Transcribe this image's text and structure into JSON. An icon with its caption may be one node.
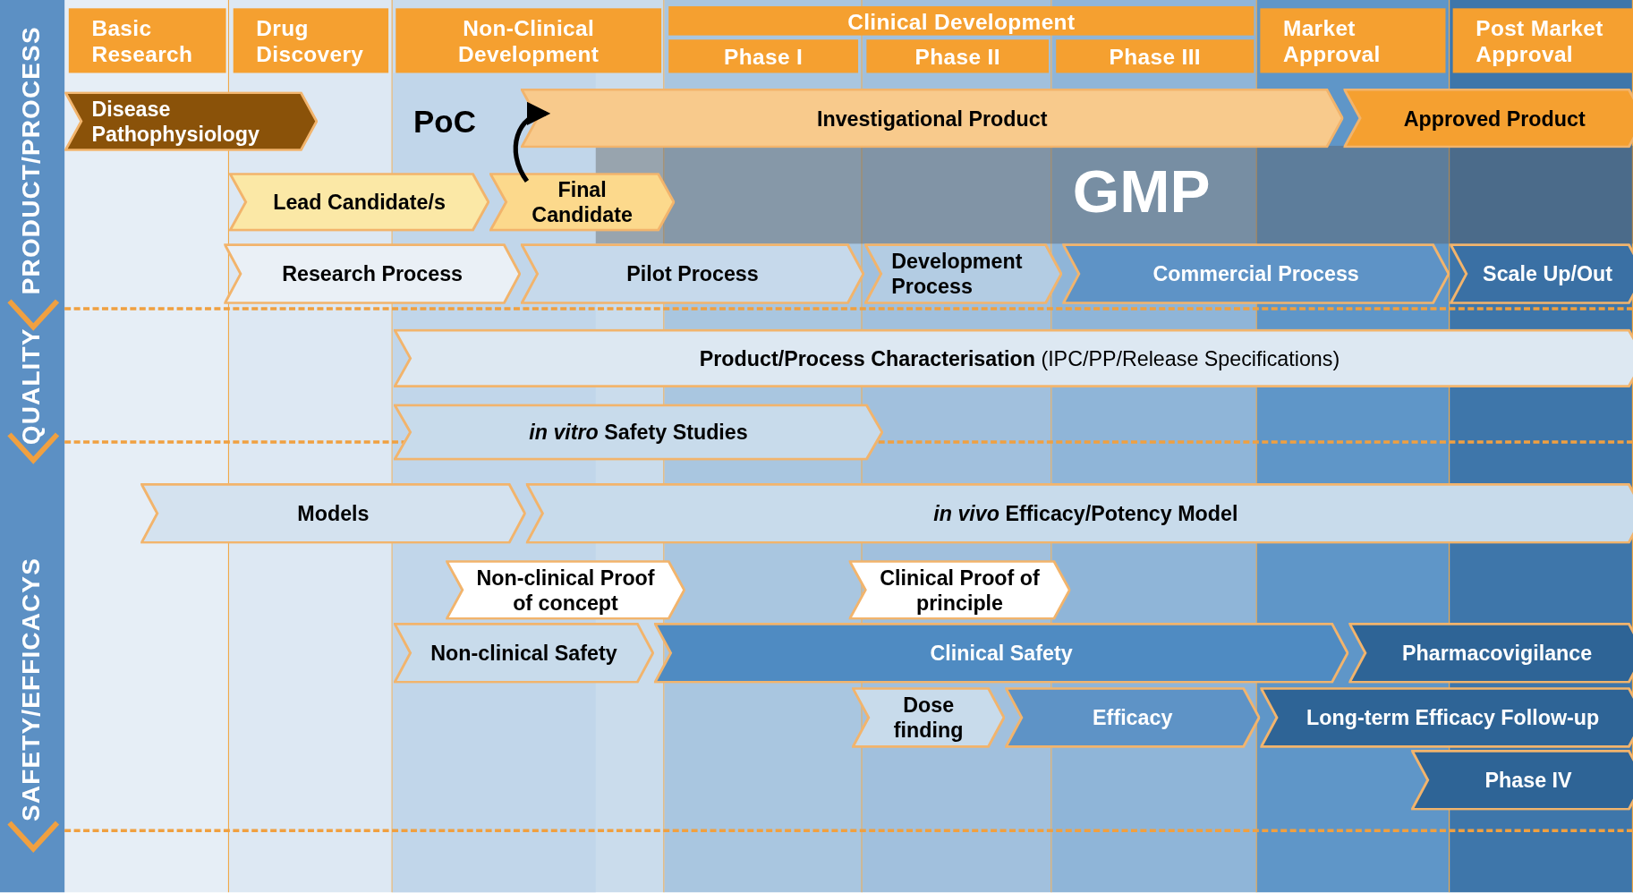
{
  "diagram": {
    "nodes": [
      {
        "text": [
          "Basic Research"
        ]
      },
      {
        "text": [
          "Drug Discovery"
        ]
      },
      {
        "text": [
          "Non-Clinical Development"
        ]
      },
      {
        "text": [
          "Clinical Development"
        ]
      },
      {
        "text": [
          "Phase I"
        ]
      },
      {
        "text": [
          "Phase II"
        ]
      },
      {
        "text": [
          "Phase III"
        ]
      },
      {
        "text": [
          "Market Approval"
        ]
      },
      {
        "text": [
          "Post Market Approval"
        ]
      },
      {
        "text": [
          "Disease Pathophysiology"
        ]
      },
      {
        "text": [
          "Investigational Product"
        ]
      },
      {
        "text": [
          "Approved Product"
        ]
      },
      {
        "text": [
          "Lead Candidate/s"
        ]
      },
      {
        "text": [
          "Final Candidate"
        ]
      },
      {
        "text": [
          "Research Process"
        ]
      },
      {
        "text": [
          "Pilot Process"
        ]
      },
      {
        "text": [
          "Development Process"
        ]
      },
      {
        "text": [
          "Commercial Process"
        ]
      },
      {
        "text": [
          "Scale Up/Out"
        ]
      },
      {
        "text": [
          "**Product/Process Characterisation** (IPC/PP/Release Specifications)"
        ]
      },
      {
        "text": [
          "*in vitro* Safety Studies"
        ]
      },
      {
        "text": [
          "Models"
        ]
      },
      {
        "text": [
          "*in vivo* Efficacy/Potency Model"
        ]
      },
      {
        "text": [
          "Non-clinical Proof of concept"
        ]
      },
      {
        "text": [
          "Clinical Proof of principle"
        ]
      },
      {
        "text": [
          "Non-clinical Safety"
        ]
      },
      {
        "text": [
          "Clinical Safety"
        ]
      },
      {
        "text": [
          "Pharmacovigilance"
        ]
      },
      {
        "text": [
          "Dose finding"
        ]
      },
      {
        "text": [
          "Efficacy"
        ]
      },
      {
        "text": [
          "Long-term Efficacy Follow-up"
        ]
      },
      {
        "text": [
          "Phase IV"
        ]
      }
    ],
    "edges": [
      {
        "from": 13,
        "to": 10,
        "arrow": "to"
      }
    ],
    "labels": [
      "PRODUCT/PROCESS",
      "PoC",
      "GMP",
      "QUALITY",
      "SAFETY/EFFICACYS"
    ]
  }
}
